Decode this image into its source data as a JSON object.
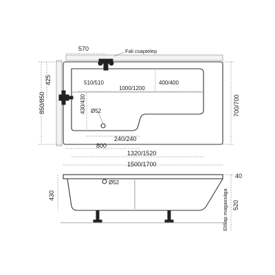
{
  "top_view": {
    "tap_label": "Fali csaptelep",
    "dim_570": "570",
    "dim_510": "510/510",
    "dim_400": "400/400",
    "dim_1000": "1000/1200",
    "dim_430": "430/430",
    "drain_label": "Ø52",
    "dim_240": "240/240",
    "dim_800": "800",
    "dim_1320": "1320/1520",
    "dim_1500": "1500/1700",
    "dim_425": "425",
    "dim_850": "850/850",
    "dim_700": "700/700"
  },
  "side_view": {
    "drain_label": "Ø52",
    "dim_40": "40",
    "dim_430": "430",
    "dim_520": "520",
    "panel_height_label": "Előlap magassága"
  }
}
